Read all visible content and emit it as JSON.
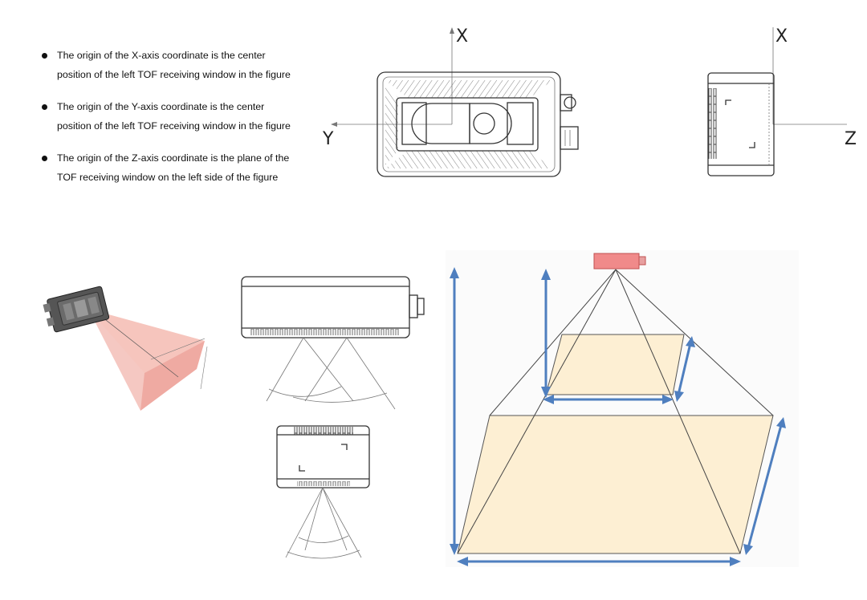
{
  "notes": [
    "The origin of the X-axis coordinate is the center position of the left TOF receiving window in the figure",
    "The origin of the Y-axis coordinate is the center position of the left TOF receiving window in the figure",
    "The origin of the Z-axis coordinate is the plane of the TOF receiving window on the left side of the figure"
  ],
  "axes": {
    "front_x": "X",
    "front_y": "Y",
    "side_x": "X",
    "side_z": "Z"
  },
  "colors": {
    "fov_fill": "#fdefd3",
    "arrow": "#4f7fbf",
    "camera_red": "#f08a8a",
    "beam": "#ec9b90"
  }
}
